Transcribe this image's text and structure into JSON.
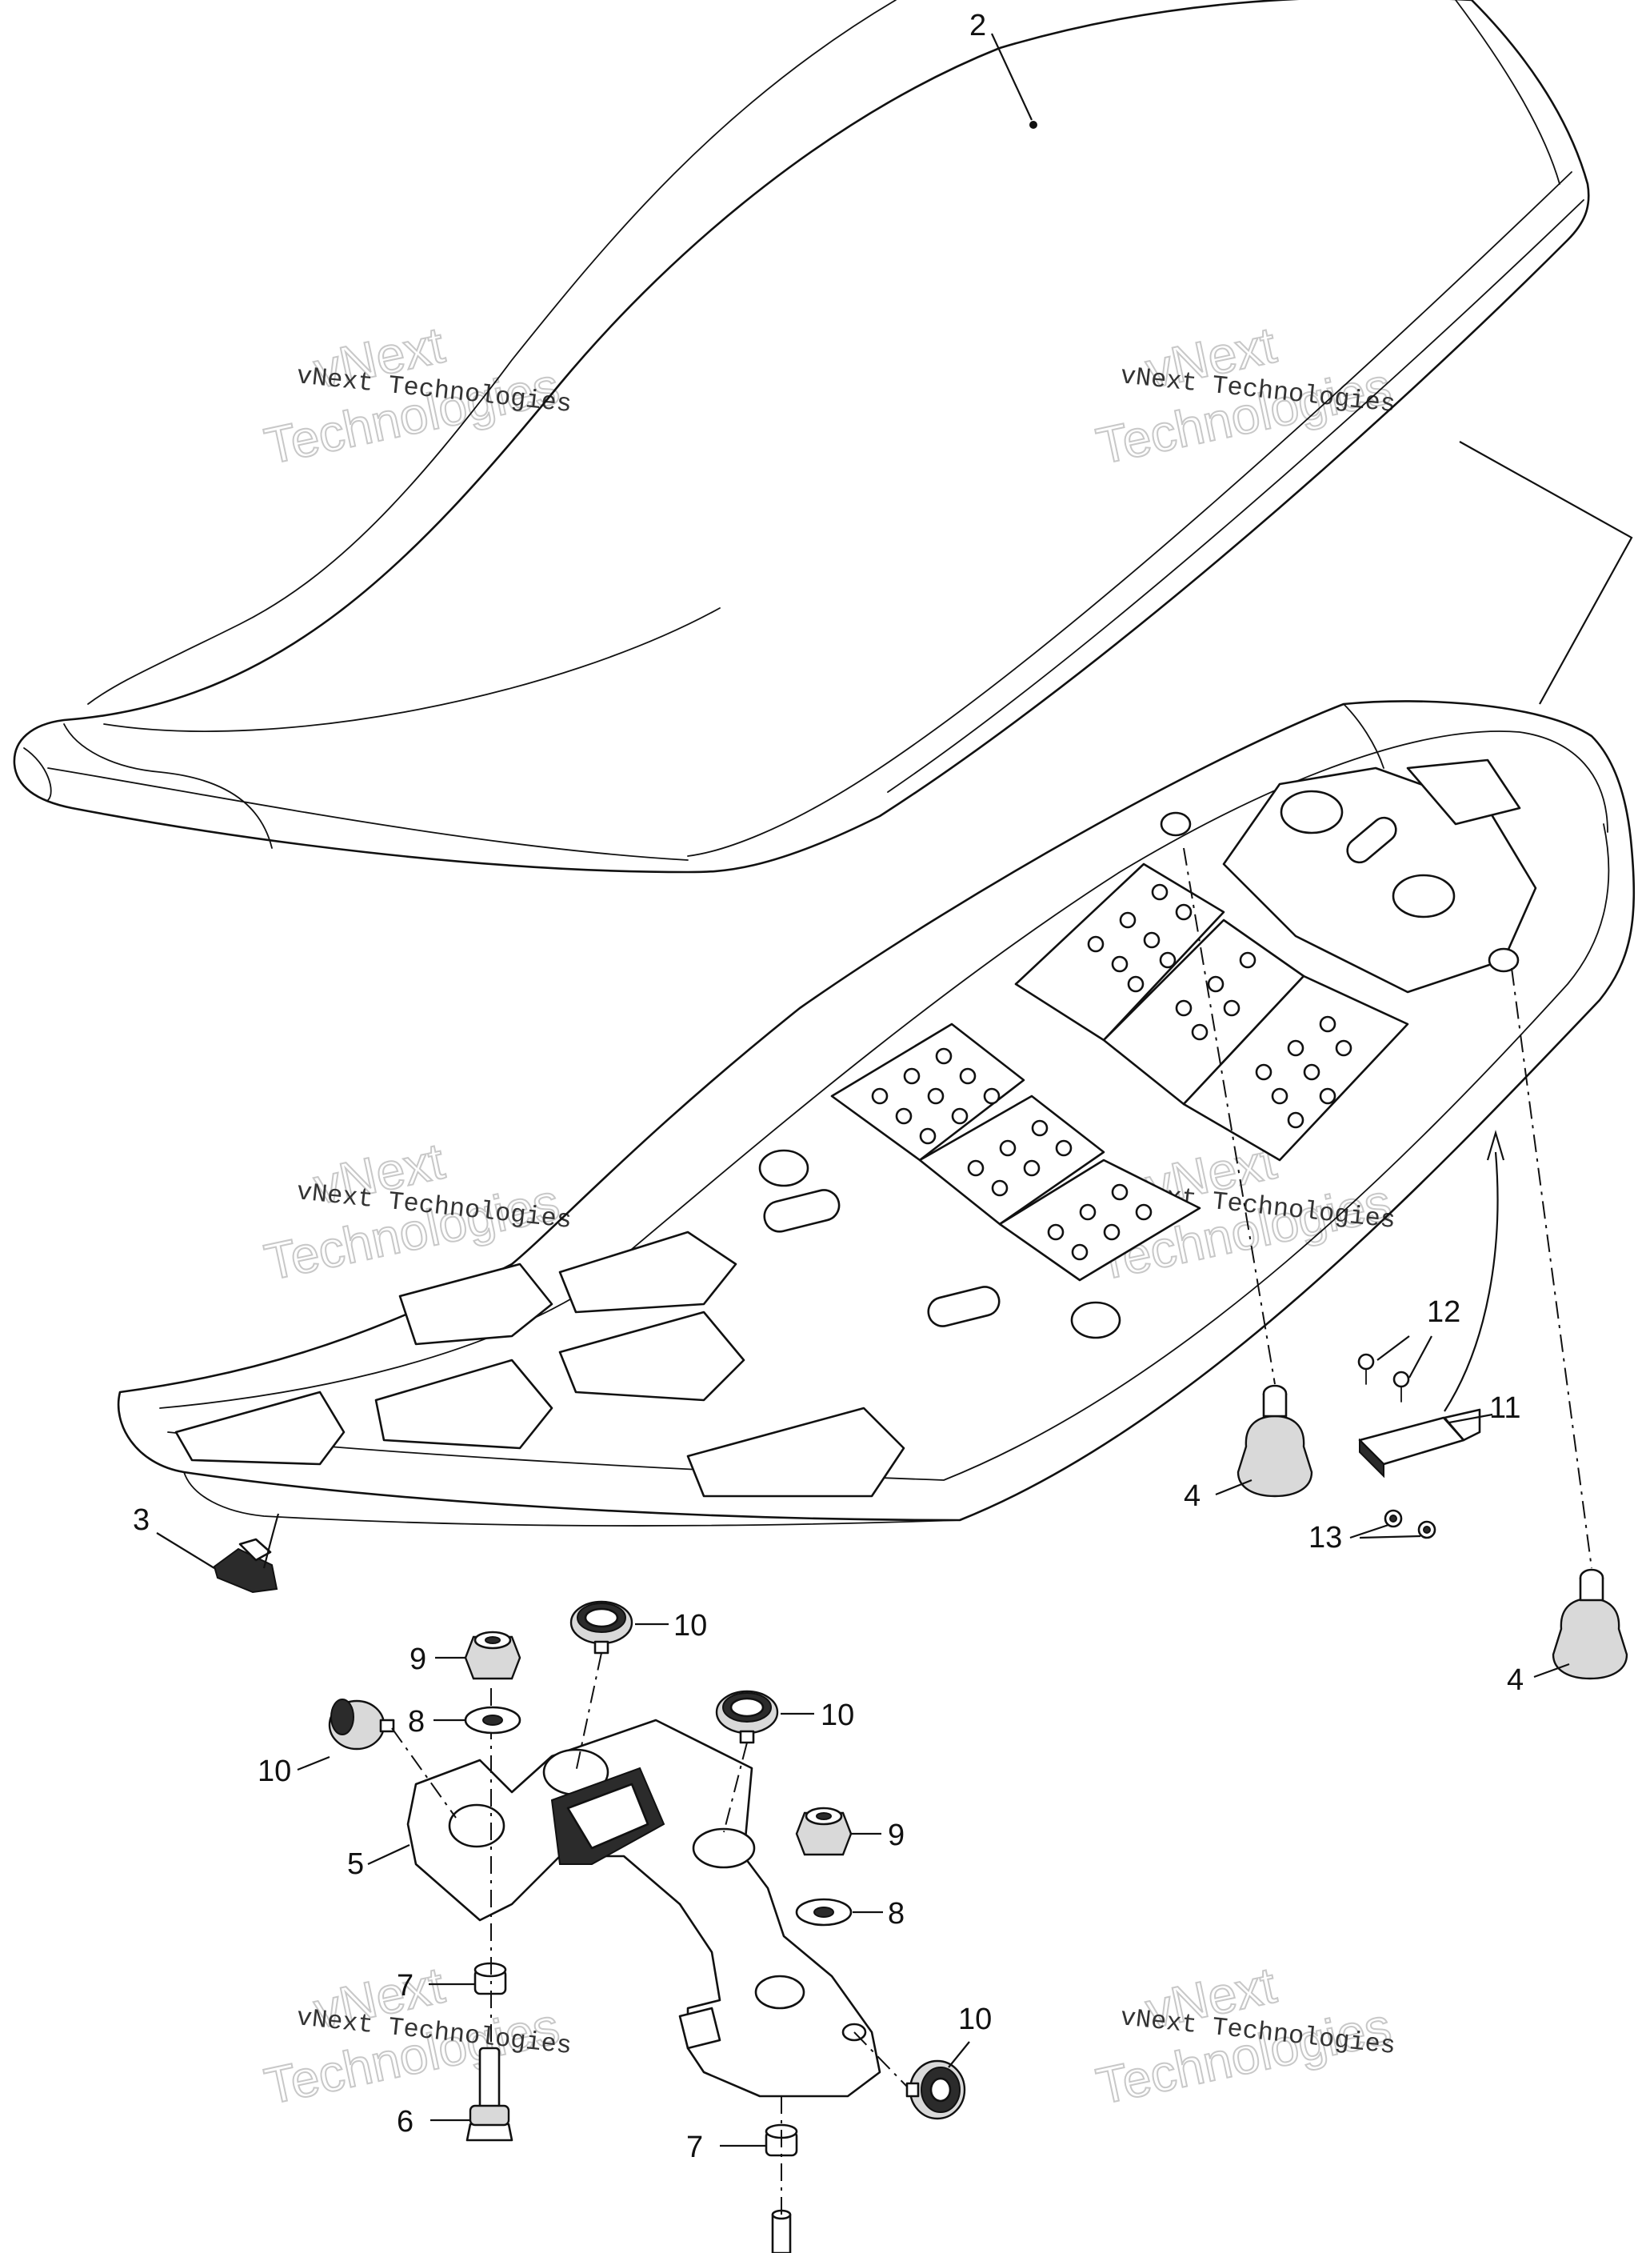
{
  "callouts": {
    "c2": "2",
    "c3": "3",
    "c4a": "4",
    "c4b": "4",
    "c5": "5",
    "c6": "6",
    "c7a": "7",
    "c7b": "7",
    "c8a": "8",
    "c8b": "8",
    "c9a": "9",
    "c9b": "9",
    "c10a": "10",
    "c10b": "10",
    "c10c": "10",
    "c10d": "10",
    "c11": "11",
    "c12": "12",
    "c13": "13"
  },
  "watermark": {
    "line1": "vNext Technologies",
    "line2": "vNext",
    "line3": "Technologies"
  }
}
